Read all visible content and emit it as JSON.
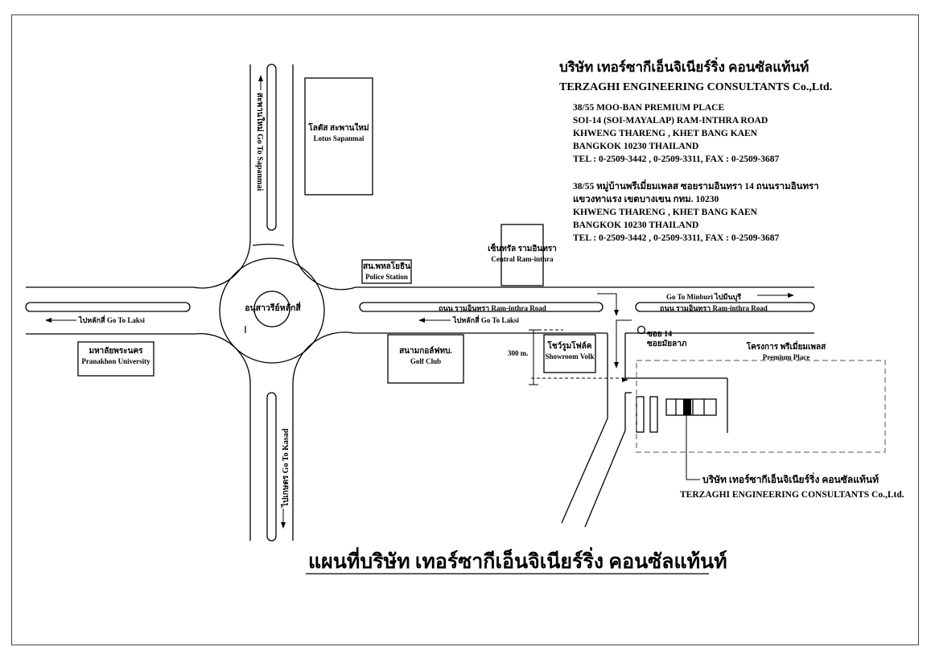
{
  "company": {
    "name_th": "บริษัท เทอร์ซากีเอ็นจิเนียร์ริ่ง คอนซัลแท้นท์",
    "name_en": "TERZAGHI ENGINEERING CONSULTANTS Co.,Ltd.",
    "address_en": [
      "38/55 MOO-BAN PREMIUM PLACE",
      "SOI-14 (SOI-MAYALAP) RAM-INTHRA ROAD",
      "KHWENG THARENG , KHET BANG KAEN",
      "BANGKOK 10230       THAILAND",
      "TEL : 0-2509-3442  , 0-2509-3311, FAX : 0-2509-3687"
    ],
    "address_th": [
      "38/55 หมู่บ้านพรีเมี่ยมเพลส ซอยรามอินทรา 14 ถนนรามอินทรา",
      "แขวงทาแรง เขตบางเขน กทม. 10230",
      "KHWENG THARENG , KHET BANG KAEN",
      "BANGKOK 10230       THAILAND",
      "TEL : 0-2509-3442  , 0-2509-3311, FAX : 0-2509-3687"
    ]
  },
  "landmarks": {
    "lotus_th": "โลตัส สะพานใหม่",
    "lotus_en": "Lotus Sapanmai",
    "central_th": "เซ็นทรัล รามอินทรา",
    "central_en": "Central Ram-inthra",
    "police_th": "สน.พหลโยธิน",
    "police_en": "Police Station",
    "monument_th": "อนุสาวรีย์หลักสี่",
    "university_th": "มหาลัยพระนคร",
    "university_en": "Pranakhon University",
    "golf_th": "สนามกอล์ฟทบ.",
    "golf_en": "Golf Club",
    "showroom_th": "โชว์รูมโฟล์ค",
    "showroom_en": "Showroom Volk",
    "soi_num": "ซอย 14",
    "soi_name": "ซอยมัยลาภ",
    "premium_th": "โครงการ พรีเมี่ยมเพลส",
    "premium_en": "Premium Place"
  },
  "roads": {
    "ramintra_center": "ถนน รามอินทรา  Ram-inthra Road",
    "ramintra_right": "ถนน รามอินทรา  Ram-inthra Road",
    "to_laksi_left": "ไปหลักสี่  Go To Laksi",
    "to_laksi_mid": "ไปหลักสี่  Go To Laksi",
    "to_minburi": "Go To Minburi   ไปมีนบุรี",
    "to_sapanmai": "สะพานใหม่ Go To Sapanmai",
    "to_kasad": "ไปเกษตร Go To Kasad",
    "distance": "300 m."
  },
  "target": {
    "name_th": "บริษัท เทอร์ซากีเอ็นจิเนียร์ริ่ง คอนซัลแท้นท์",
    "name_en": "TERZAGHI ENGINEERING CONSULTANTS Co.,Ltd."
  },
  "title": "แผนที่บริษัท เทอร์ซากีเอ็นจิเนียร์ริ่ง คอนซัลแท้นท์"
}
